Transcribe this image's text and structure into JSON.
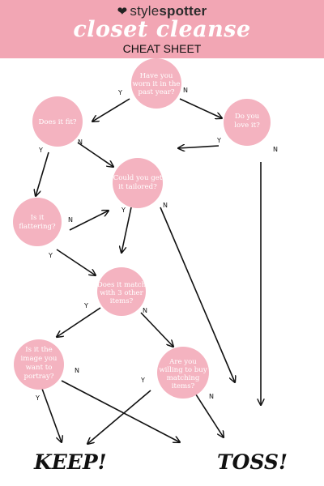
{
  "header": {
    "brand_part1": "style",
    "brand_part2": "spotter",
    "title": "closet cleanse",
    "subtitle": "CHEAT SHEET",
    "background": "#f2a6b4"
  },
  "colors": {
    "node_fill": "#f4b3c0",
    "node_text": "#ffffff",
    "arrow": "#111111"
  },
  "nodes": {
    "worn": [
      "Have you",
      "worn it in the",
      "past year?"
    ],
    "love": [
      "Do you",
      "love it?"
    ],
    "fit": [
      "Does it fit?"
    ],
    "tailored": [
      "Could you get",
      "it tailored?"
    ],
    "flattering": [
      "Is it",
      "flattering?"
    ],
    "match": [
      "Does it match",
      "with 3 other",
      "items?"
    ],
    "image": [
      "Is it the",
      "image you",
      "want to",
      "portray?"
    ],
    "buy": [
      "Are you",
      "willing to buy",
      "matching",
      "items?"
    ]
  },
  "labels": {
    "worn_y": "Y",
    "worn_n": "N",
    "love_y": "Y",
    "love_n": "N",
    "fit_y": "Y",
    "fit_n": "N",
    "flattering_n": "N",
    "flattering_y": "Y",
    "tailored_y": "Y",
    "tailored_n": "N",
    "match_y": "Y",
    "match_n": "N",
    "image_y": "Y",
    "image_n": "N",
    "buy_y": "Y",
    "buy_n": "N"
  },
  "outcomes": {
    "keep": "KEEP!",
    "toss": "TOSS!"
  }
}
